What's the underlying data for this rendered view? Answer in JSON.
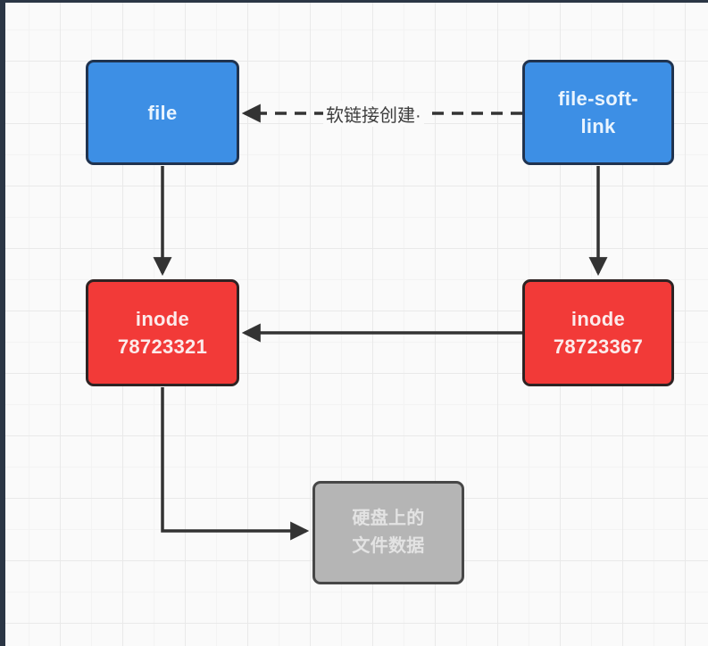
{
  "palette": {
    "background": "#fafafa",
    "grid_line_major": "#e9e9e9",
    "grid_line_minor": "#f3f3f3",
    "frame": "#2b3645",
    "arrow": "#333333",
    "blue_node_fill": "#3d8fe5",
    "blue_node_border": "#20334f",
    "red_node_fill": "#f23a38",
    "red_node_border": "#2e2323",
    "gray_node_fill": "#b5b5b5",
    "gray_node_border": "#474747",
    "edge_label_text": "#3d3d3d"
  },
  "nodes": {
    "file": {
      "label": "file"
    },
    "file_soft_link": {
      "label": "file-soft-link"
    },
    "inode_left": {
      "line1": "inode",
      "line2": "78723321"
    },
    "inode_right": {
      "line1": "inode",
      "line2": "78723367"
    },
    "disk_data": {
      "label": "硬盘上的文件数据"
    }
  },
  "edges": {
    "soft_link_create": {
      "label": "软链接创建·",
      "style": "dashed",
      "from": "file-soft-link",
      "to": "file"
    },
    "file_to_inode": {
      "style": "solid",
      "from": "file",
      "to": "inode 78723321"
    },
    "softlink_to_inode": {
      "style": "solid",
      "from": "file-soft-link",
      "to": "inode 78723367"
    },
    "inode_to_inode": {
      "style": "solid",
      "from": "inode 78723367",
      "to": "inode 78723321"
    },
    "inode_to_disk": {
      "style": "solid",
      "from": "inode 78723321",
      "to": "硬盘上的文件数据"
    }
  }
}
